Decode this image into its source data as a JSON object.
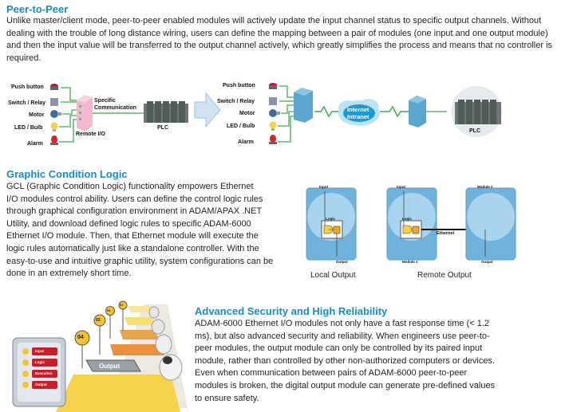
{
  "p2p": {
    "title": "Peer-to-Peer",
    "body": "Unlike master/client mode, peer-to-peer enabled modules will actively update the input channel status to specific output channels. Without dealing with the trouble of long distance wiring, users can define the mapping between a pair of modules (one input and one output module) and then the input value will be transferred to the output channel actively, which greatly simplifies the process and means that no controller is required.",
    "left": {
      "devices": [
        "Push button",
        "Switch / Relay",
        "Motor",
        "LED / Bulb",
        "Alarm"
      ],
      "specific": "Specific",
      "communication": "Communication",
      "remote_io": "Remote I/O",
      "plc": "PLC"
    },
    "right": {
      "devices": [
        "Push button",
        "Switch / Relay",
        "Motor",
        "LED / Bulb",
        "Alarm"
      ],
      "internet": "Internet",
      "intranet": "Intranet",
      "plc": "PLC"
    }
  },
  "gcl": {
    "title": "Graphic Condition Logic",
    "lines": [
      "GCL (Graphic Condition Logic) functionality empowers Ethernet",
      "I/O modules control ability. Users can define the control logic rules",
      "through graphical configuration environment in ADAM/APAX .NET",
      "Utility, and download defined logic rules to specific ADAM-6000",
      "Ethernet I/O module. Then, that Ethernet module will execute the",
      "logic rules automatically just like a standalone controller.  With the",
      "easy-to-use and intuitive graphic utility, system configurations can be",
      "done in an extremely short time."
    ],
    "diagram": {
      "input": "Input",
      "logic": "Logic",
      "output": "Output",
      "module1": "Module 1",
      "module2": "Module 2",
      "ethernet": "Ethernet",
      "local_caption": "Local Output",
      "remote_caption": "Remote Output"
    }
  },
  "security": {
    "title": "Advanced Security and High Reliability",
    "lines": [
      "ADAM-6000 Ethernet I/O modules not only have a fast response time (< 1.2",
      "ms), but also advanced security and reliability. When engineers use peer-to-",
      "peer modules, the output module can only be controlled by its paired input",
      "module, rather than controlled by other non-authorized computers or devices.",
      "Even when communication between pairs of ADAM-6000 peer-to-peer",
      "modules is broken, the digital output module can generate pre-defined values",
      "to ensure safety."
    ],
    "illustration": {
      "sign_numbers": [
        "01",
        "02",
        "03",
        "04"
      ],
      "panel_rows": [
        "Input",
        "Logic",
        "Execution",
        "Output"
      ],
      "output_label": "Output"
    }
  }
}
